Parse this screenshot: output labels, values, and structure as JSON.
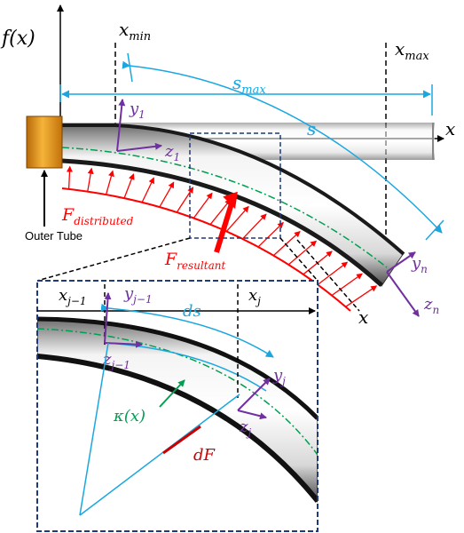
{
  "axes": {
    "y_axis_label": "f(x)",
    "x_axis_label_top": "x",
    "x_axis_label_bottom": "x"
  },
  "bounds": {
    "xmin_base": "x",
    "xmin_sub": "min",
    "xmax_base": "x",
    "xmax_sub": "max"
  },
  "arclength": {
    "smax_base": "s",
    "smax_sub": "max",
    "s_label": "s"
  },
  "frames": {
    "y1_base": "y",
    "y1_sub": "1",
    "z1_base": "z",
    "z1_sub": "1",
    "yn_base": "y",
    "yn_sub": "n",
    "zn_base": "z",
    "zn_sub": "n"
  },
  "forces": {
    "distributed_base": "F",
    "distributed_sub": "distributed",
    "resultant_base": "F",
    "resultant_sub": "resultant"
  },
  "outer_tube_label": "Outer Tube",
  "inset": {
    "xj1_base": "x",
    "xj1_sub": "j−1",
    "yj1_base": "y",
    "yj1_sub": "j−1",
    "ds_label": "ds",
    "xj_base": "x",
    "xj_sub": "j",
    "zj1_base": "z",
    "zj1_sub": "j−1",
    "yj_base": "y",
    "yj_sub": "j",
    "zj_base": "z",
    "zj_sub": "j",
    "kappa_label": "κ(x)",
    "dF_label": "dF"
  },
  "colors": {
    "axis": "#000000",
    "dimension": "#1aa7e0",
    "frame": "#7030a0",
    "force": "#ff0000",
    "kappa": "#00a050",
    "inset_border": "#1f3a7a",
    "outer_tube": "#e0901a"
  }
}
